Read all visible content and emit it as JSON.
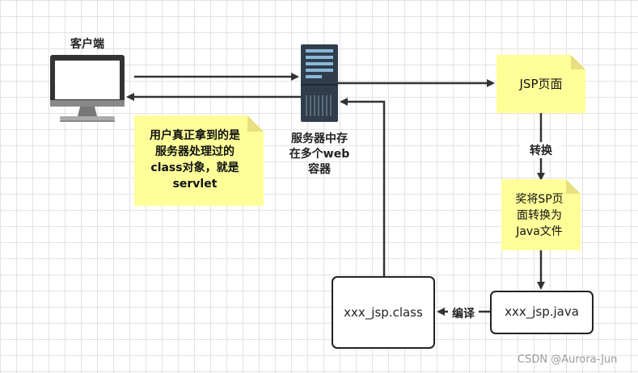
{
  "client": {
    "label": "客户端"
  },
  "server": {
    "label_line1": "服务器中存",
    "label_line2": "在多个web",
    "label_line3": "容器"
  },
  "user_note": {
    "line1": "用户真正拿到的是",
    "line2": "服务器处理过的",
    "line3": "class对象，就是",
    "line4": "servlet"
  },
  "jsp_page": {
    "label": "JSP页面"
  },
  "convert_label": "转换",
  "convert_note": {
    "line1": "奖将SP页",
    "line2": "面转换为",
    "line3": "Java文件"
  },
  "java_box": {
    "label": "xxx_jsp.java"
  },
  "compile_label": "编译",
  "class_box": {
    "label": "xxx_jsp.class"
  },
  "watermark": "CSDN @Aurora-Jun",
  "colors": {
    "note_fill": "#ffff99",
    "note_fold": "#e8e080",
    "line": "#333333",
    "server_dark": "#2f3d4c",
    "server_light": "#8bb7d6"
  }
}
